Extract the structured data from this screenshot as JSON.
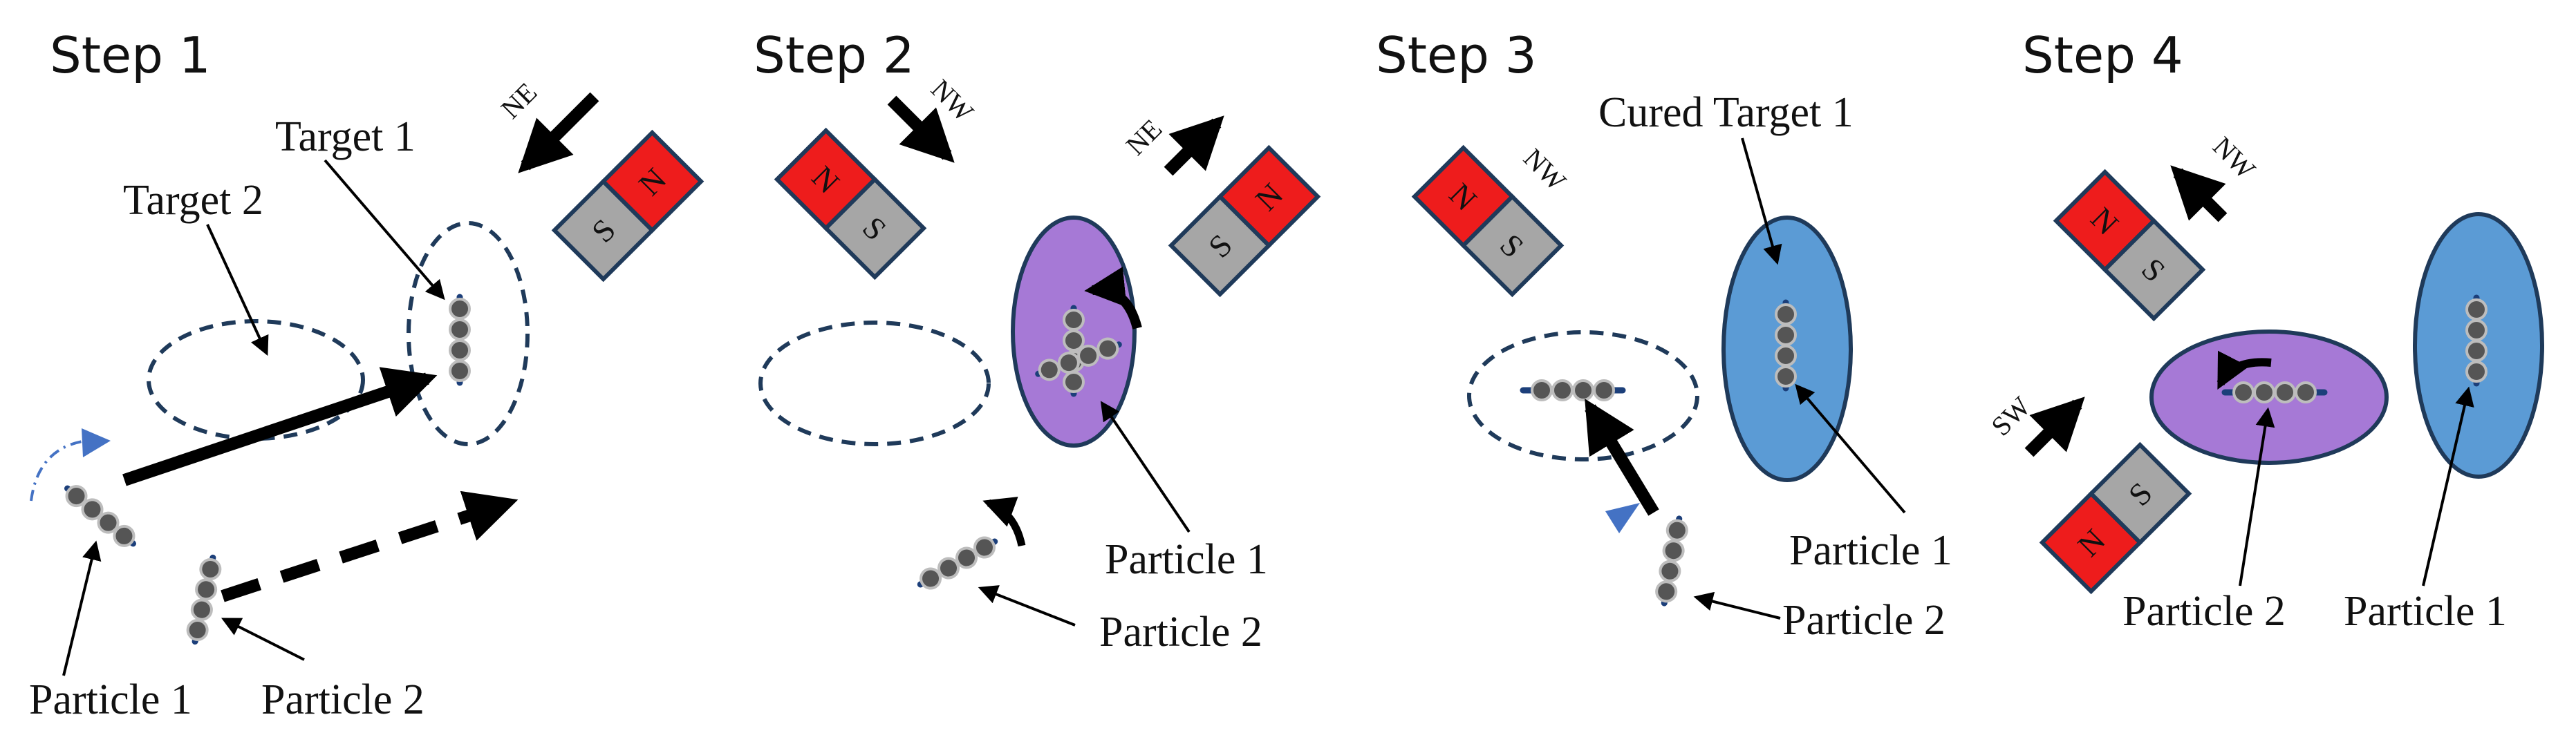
{
  "steps": [
    {
      "heading": "Step 1",
      "labels": {
        "target_1": "Target 1",
        "target_2": "Target 2",
        "particle_1": "Particle 1",
        "particle_2": "Particle 2"
      },
      "magnet": {
        "north": "N",
        "south": "S",
        "field_direction": "NE"
      }
    },
    {
      "heading": "Step 2",
      "labels": {
        "particle_1": "Particle 1",
        "particle_2": "Particle 2"
      },
      "magnets": [
        {
          "north": "N",
          "south": "S",
          "field_direction": "NW"
        },
        {
          "north": "N",
          "south": "S",
          "field_direction": "NE"
        }
      ]
    },
    {
      "heading": "Step 3",
      "labels": {
        "cured_target_1": "Cured Target 1",
        "particle_1": "Particle 1",
        "particle_2": "Particle 2"
      },
      "magnet": {
        "north": "N",
        "south": "S",
        "field_direction": "NW"
      }
    },
    {
      "heading": "Step 4",
      "labels": {
        "particle_1": "Particle 1",
        "particle_2": "Particle 2"
      },
      "magnets": [
        {
          "north": "N",
          "south": "S",
          "field_direction": "NW"
        },
        {
          "north": "N",
          "south": "S",
          "field_direction": "SW"
        }
      ]
    }
  ],
  "colors": {
    "north_pole": "#ee1c1c",
    "south_pole": "#a6a6a6",
    "magnet_outline": "#1f3a5a",
    "target_outline": "#1f3a5a",
    "uncured_target_fill": "#a679d6",
    "cured_target_fill": "#5b9bd5",
    "particle_bead": "#555555",
    "particle_spine": "#1c3f7a",
    "rotation_arrow": "#4472c4"
  }
}
